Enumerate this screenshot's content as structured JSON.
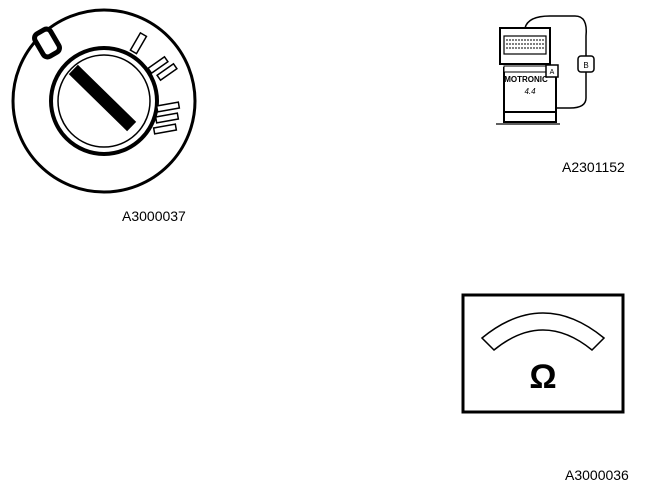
{
  "figures": {
    "ignition_switch": {
      "caption": "A3000037",
      "icon": "ignition-key-switch"
    },
    "control_module": {
      "caption": "A2301152",
      "icon": "ecu-with-tester",
      "module_label": "MOTRONIC",
      "module_version": "4.4",
      "connector_letter": "A",
      "plug_letter": "B"
    },
    "ohmmeter": {
      "caption": "A3000036",
      "icon": "ohmmeter",
      "symbol": "Ω"
    }
  }
}
